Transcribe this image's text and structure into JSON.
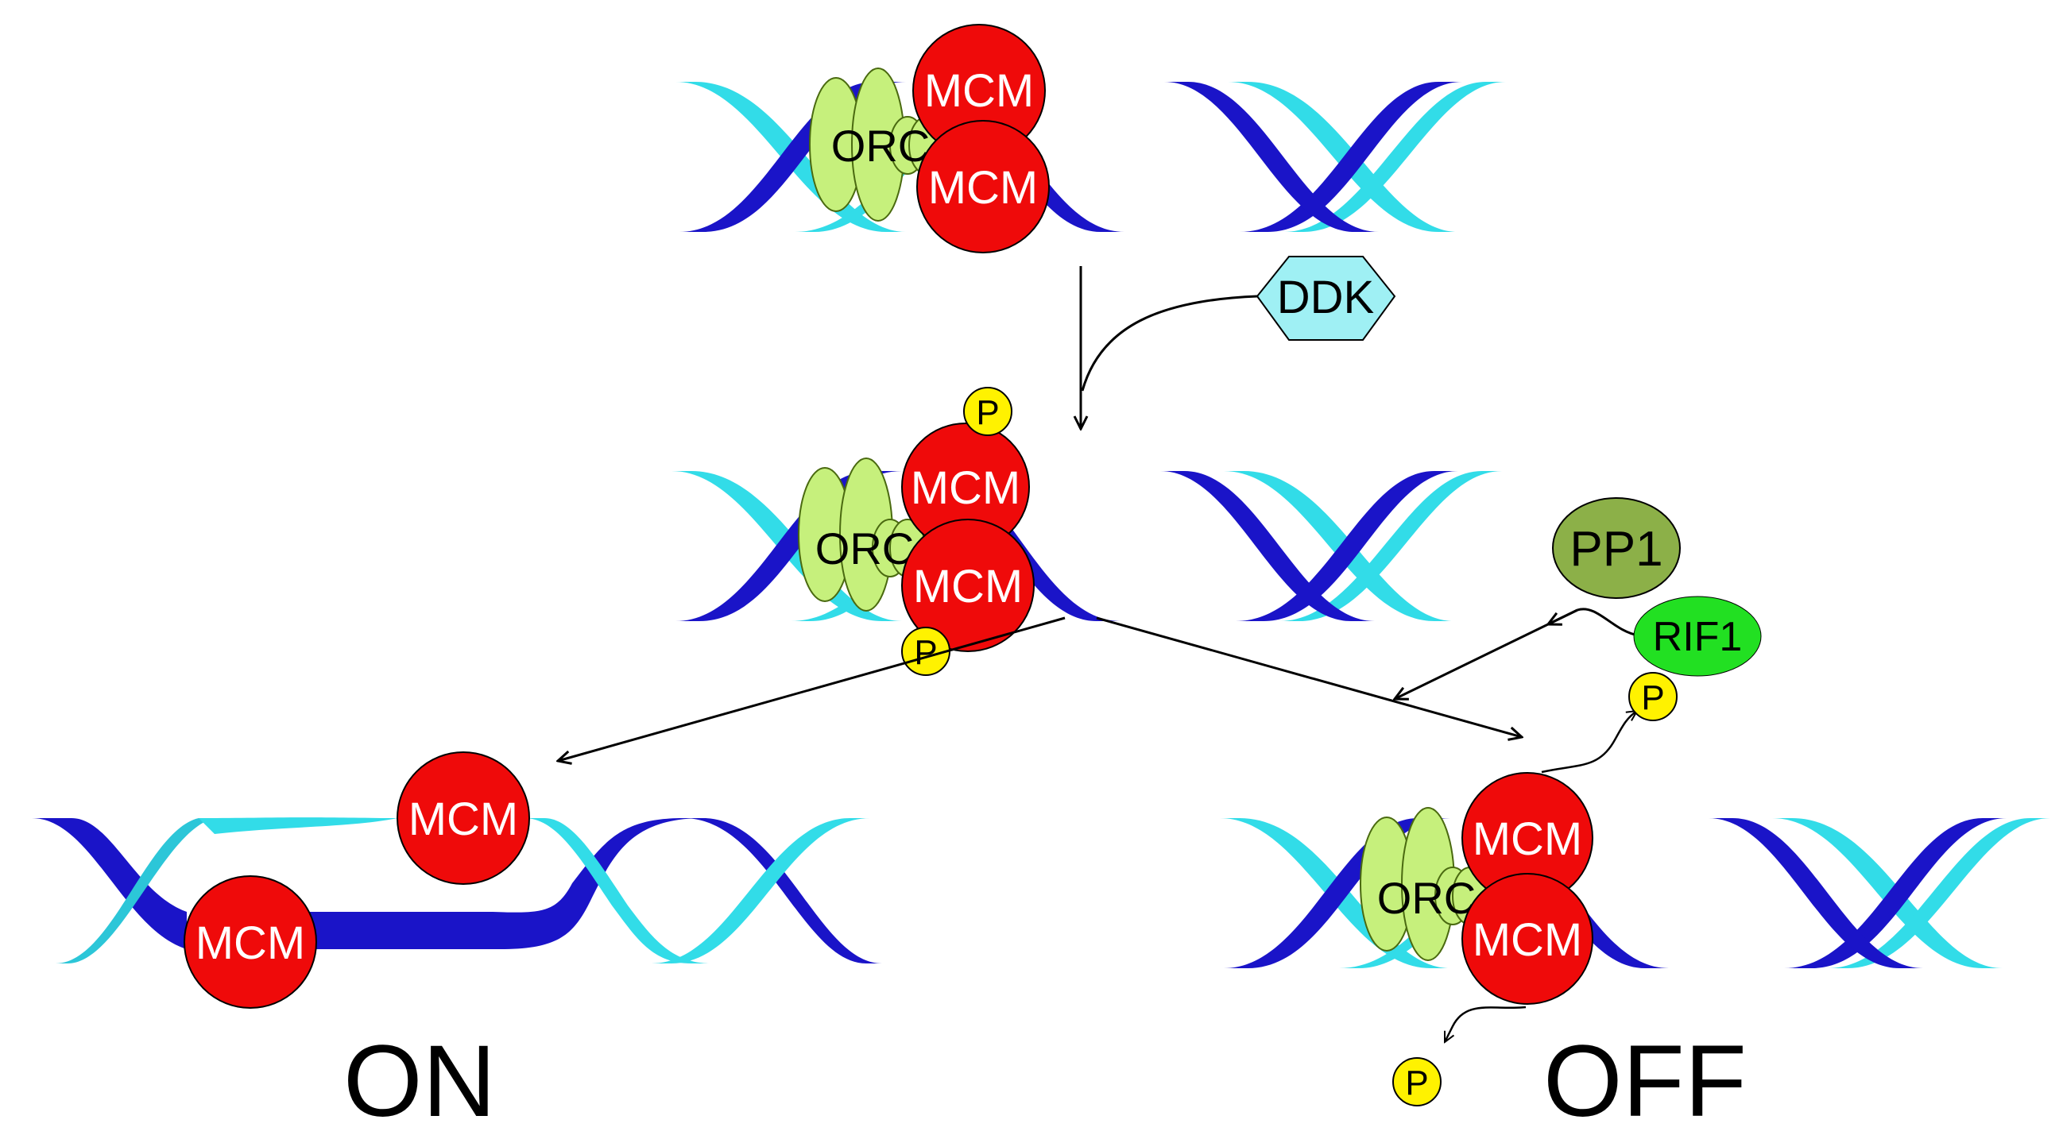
{
  "labels": {
    "mcm": "MCM",
    "orc": "ORC",
    "p": "P",
    "ddk": "DDK",
    "pp1": "PP1",
    "rif1": "RIF1",
    "on": "ON",
    "off": "OFF"
  },
  "colors": {
    "dna_dark": "#1a14c8",
    "dna_light": "#32dce8",
    "dna_shade": "#2cc6d8",
    "mcm": "#ef0a0a",
    "orc": "#c6f07c",
    "phosphate": "#fff200",
    "ddk": "#9ff0f4",
    "pp1": "#8cb048",
    "rif1": "#22e022"
  }
}
